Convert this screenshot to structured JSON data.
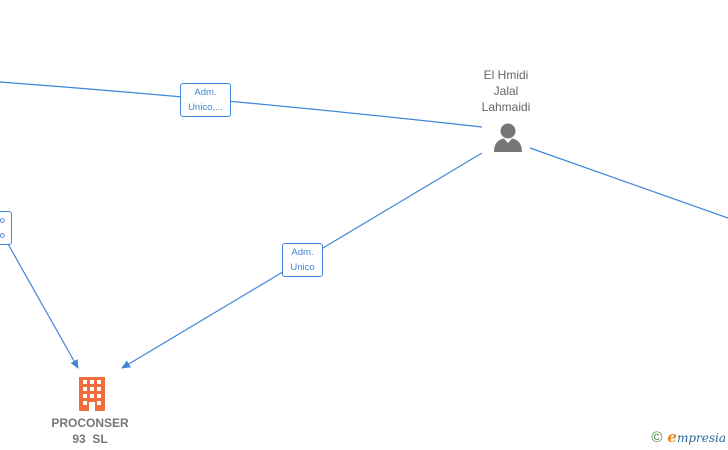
{
  "nodes": {
    "person": {
      "name_lines": [
        "El Hmidi",
        "Jalal",
        "Lahmaidi"
      ],
      "icon": "person-icon"
    },
    "company": {
      "name_lines": [
        "PROCONSER",
        "93  SL"
      ],
      "icon": "building-icon",
      "color": "#f26b3a"
    }
  },
  "edges": {
    "top": {
      "label_lines": [
        "Adm.",
        "Unico,..."
      ]
    },
    "middle": {
      "label_lines": [
        "Adm.",
        "Unico"
      ]
    },
    "left": {
      "label_lines": [
        "o",
        "o"
      ]
    }
  },
  "watermark": {
    "symbol": "©",
    "brand_initial": "e",
    "brand_rest": "mpresia"
  },
  "colors": {
    "edge": "#3f86d8",
    "node_text": "#666666",
    "company_icon": "#f26b3a",
    "person_icon": "#777777"
  }
}
